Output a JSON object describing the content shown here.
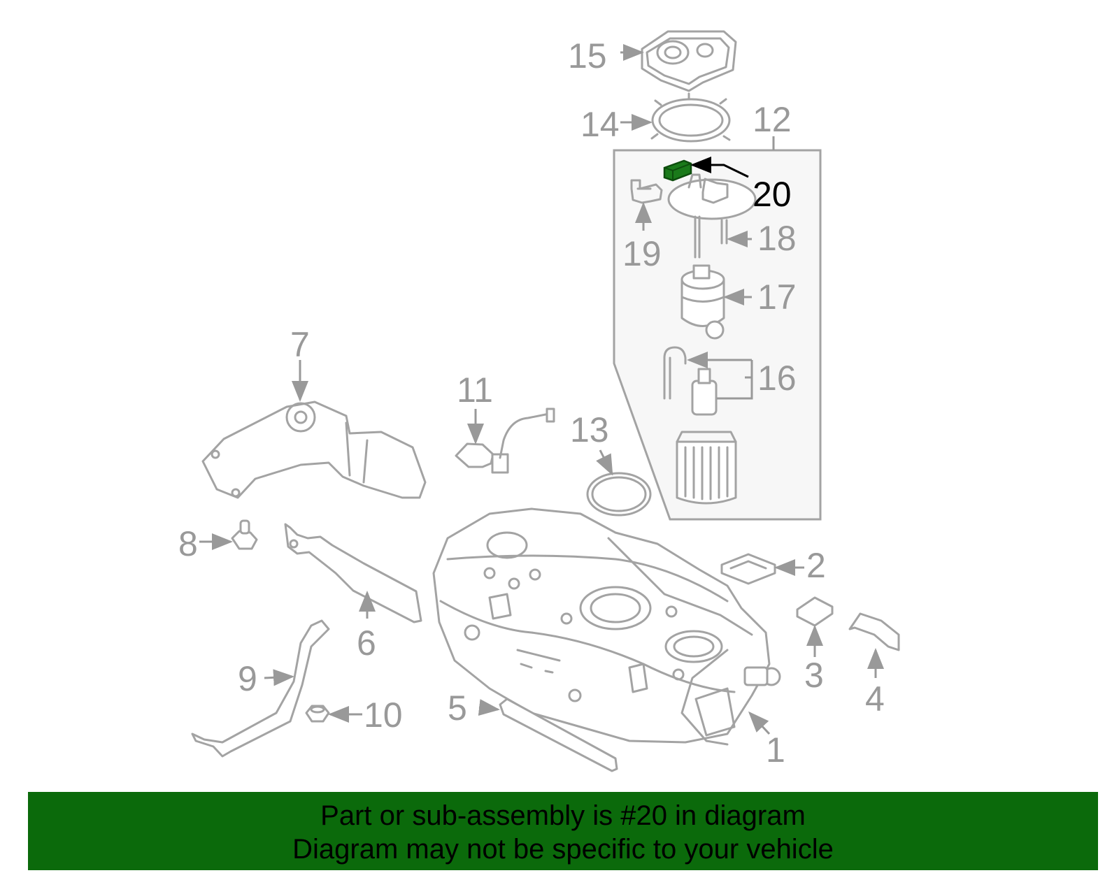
{
  "callouts": {
    "c1": "1",
    "c2": "2",
    "c3": "3",
    "c4": "4",
    "c5": "5",
    "c6": "6",
    "c7": "7",
    "c8": "8",
    "c9": "9",
    "c10": "10",
    "c11": "11",
    "c12": "12",
    "c13": "13",
    "c14": "14",
    "c15": "15",
    "c16": "16",
    "c17": "17",
    "c18": "18",
    "c19": "19",
    "c20": "20"
  },
  "highlight": {
    "part_number": "20",
    "color": "#1a7a1a"
  },
  "banner": {
    "line1": "Part or sub-assembly is #20 in diagram",
    "line2": "Diagram may not be specific to your vehicle",
    "background": "#0b6a0b"
  }
}
